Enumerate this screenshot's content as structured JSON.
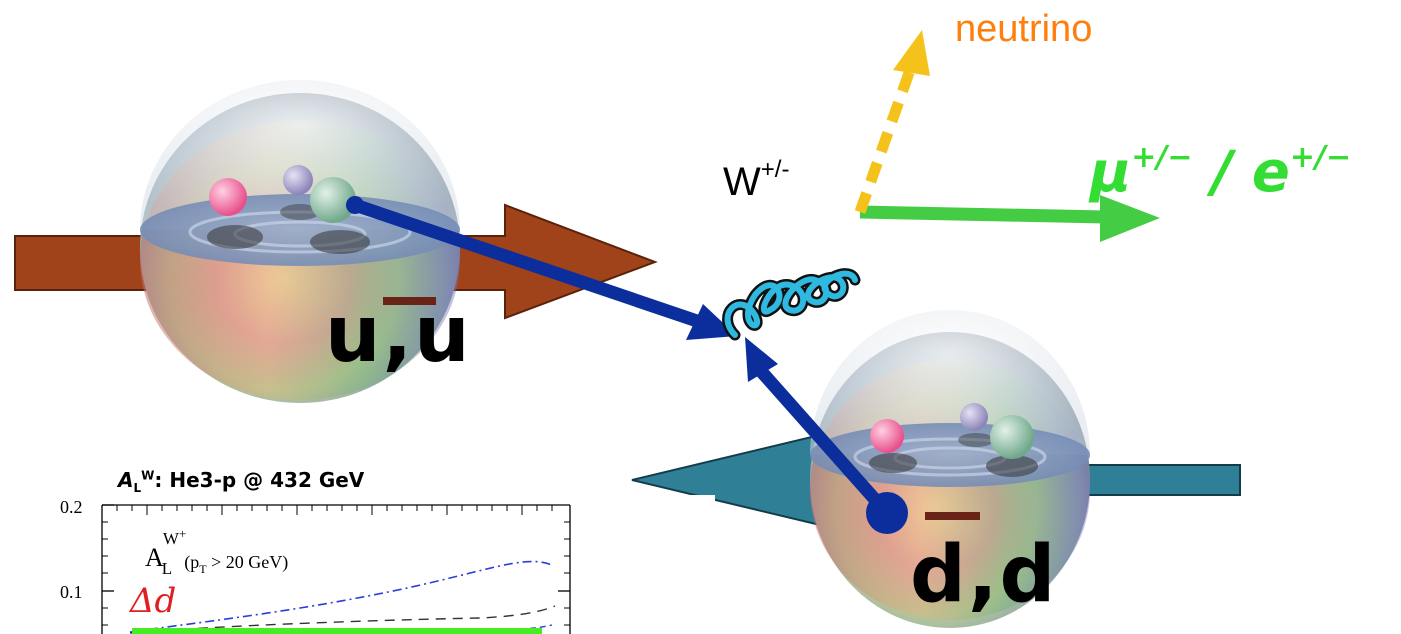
{
  "labels": {
    "neutrino": "neutrino",
    "w_boson_base": "W",
    "w_boson_charge": "+/-",
    "lepton_mu": "μ",
    "lepton_charge_1": "+/−",
    "lepton_sep": " / ",
    "lepton_e": "e",
    "lepton_charge_2": "+/−",
    "quark_top": "u,u",
    "quark_bottom": "d,d"
  },
  "plot": {
    "title_A": "A",
    "title_sub": "L",
    "title_sup": "W",
    "title_rest": ": He3-p @ 432 GeV",
    "y_ticks": [
      "0.2",
      "0.1"
    ],
    "asym_label": "A",
    "asym_sub": "L",
    "asym_sup": "W",
    "asym_sup2": "+",
    "pt_cut": "(p",
    "pt_sub": "T",
    "pt_rest": " > 20 GeV)",
    "delta_d": "Δd"
  },
  "colors": {
    "neutrino": "#ff7f0e",
    "lepton": "#33dd33",
    "quark_arrow": "#0c2e9c",
    "neutrino_arrow": "#f5c21b",
    "lepton_arrow": "#44cc44",
    "proton_arrow_left": "#a0421a",
    "proton_arrow_right": "#2f7f96",
    "w_boson": "#2fb8e0",
    "delta_d": "#e02020"
  }
}
